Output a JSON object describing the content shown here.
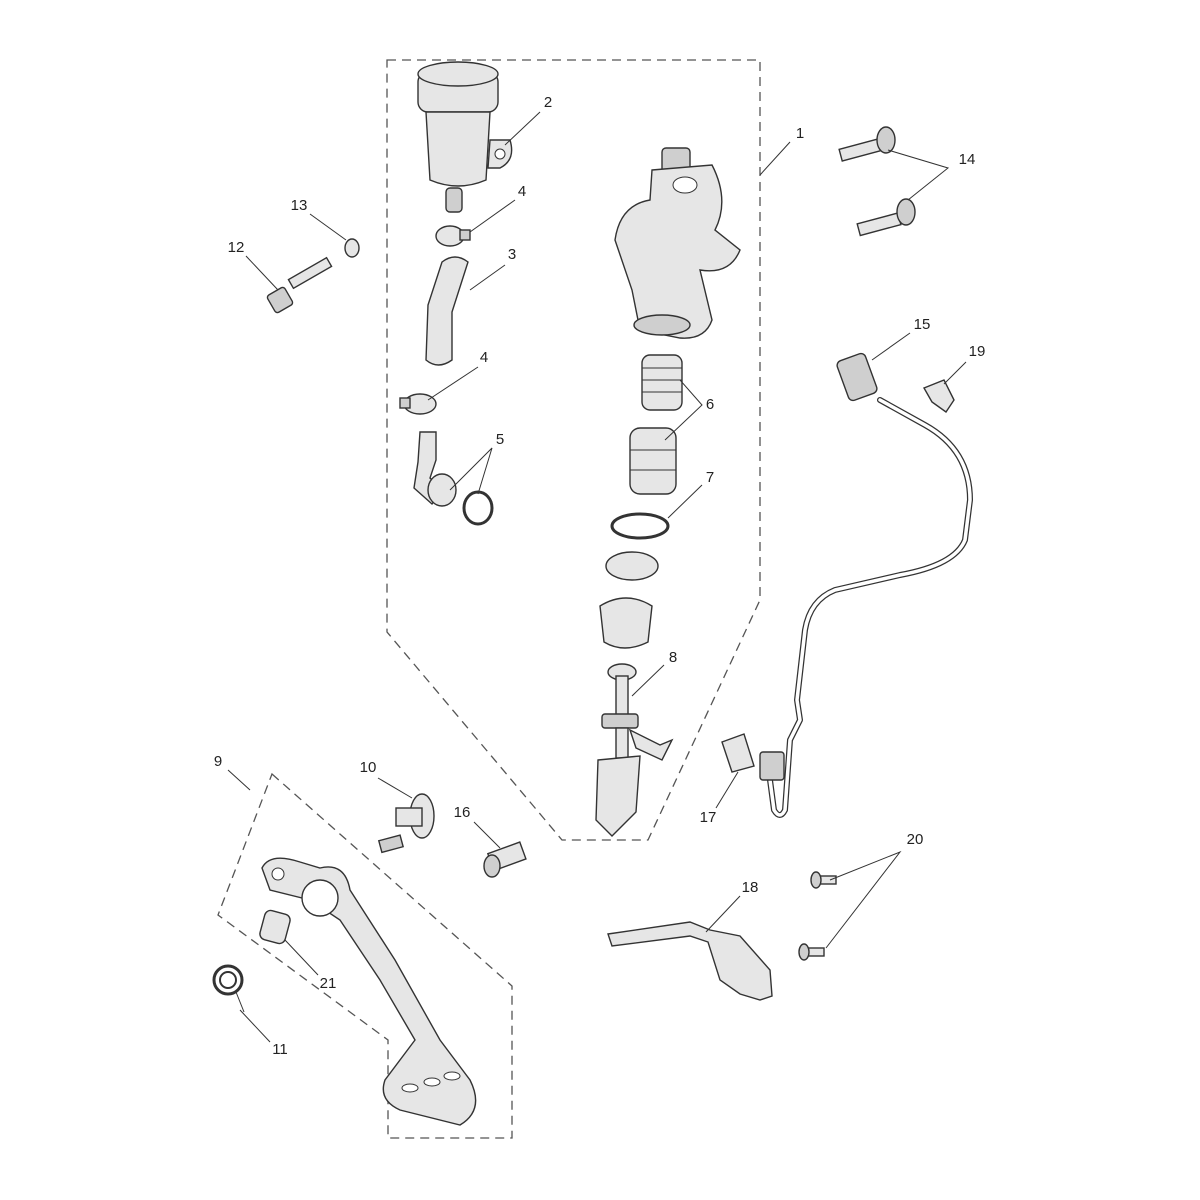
{
  "diagram": {
    "labels": {
      "p1": "1",
      "p2": "2",
      "p3": "3",
      "p4a": "4",
      "p4b": "4",
      "p5": "5",
      "p6": "6",
      "p7": "7",
      "p8": "8",
      "p9": "9",
      "p10": "10",
      "p11": "11",
      "p12": "12",
      "p13": "13",
      "p14": "14",
      "p15": "15",
      "p16": "16",
      "p17": "17",
      "p18": "18",
      "p19": "19",
      "p20": "20",
      "p21": "21"
    }
  }
}
